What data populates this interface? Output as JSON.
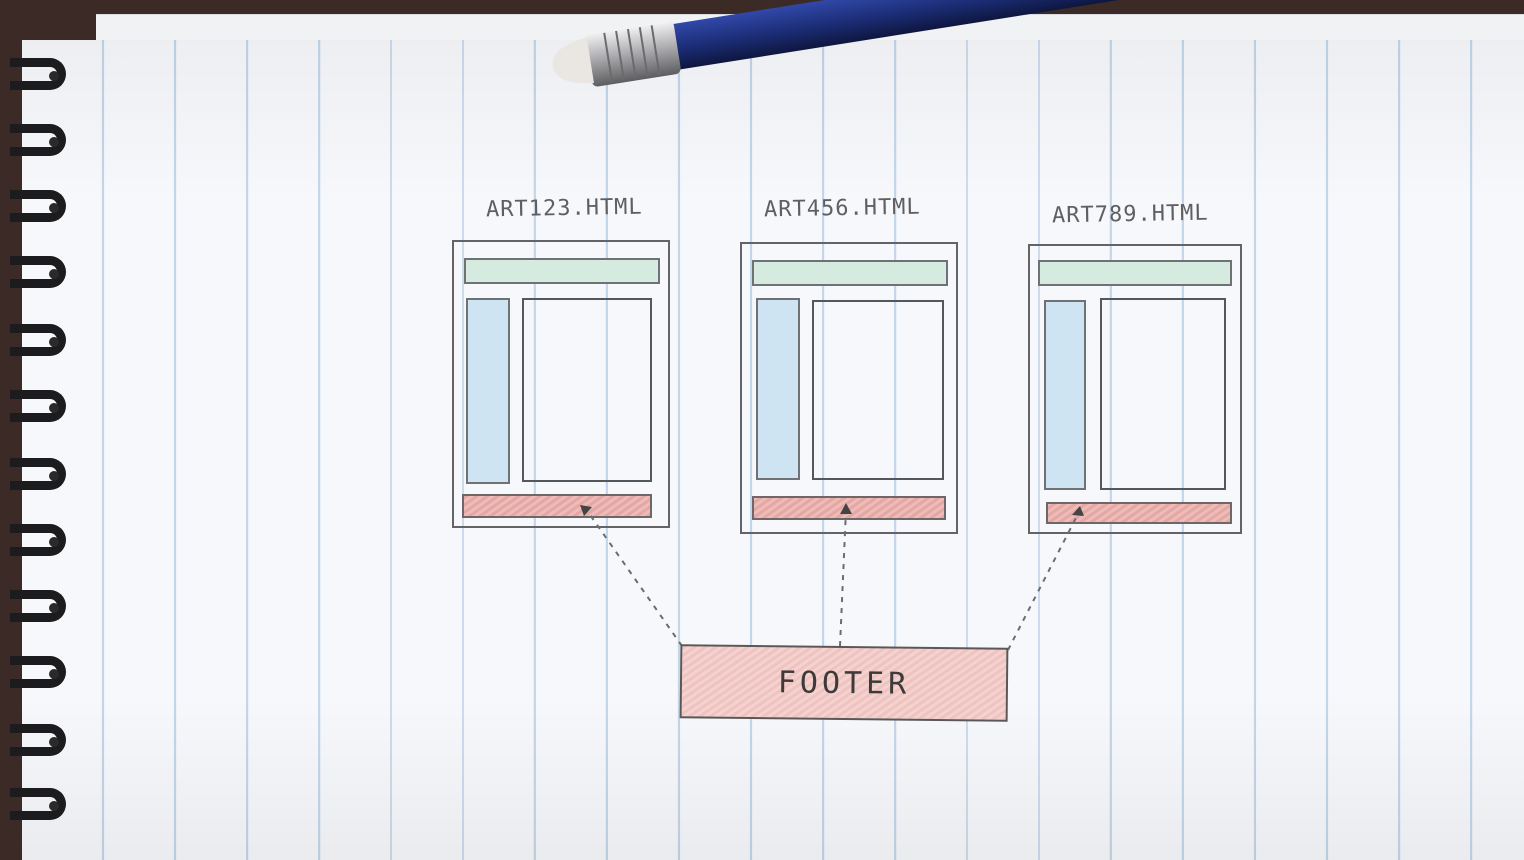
{
  "pages": [
    {
      "label": "ART123.HTML"
    },
    {
      "label": "ART456.HTML"
    },
    {
      "label": "ART789.HTML"
    }
  ],
  "shared": {
    "label": "FOOTER"
  },
  "colors": {
    "header_fill": "#d5ebe0",
    "sidebar_fill": "#cfe4f2",
    "footer_fill": "#e3a7a4",
    "pencil_body": "#1d2f7a",
    "ruled_line": "#96b9de",
    "paper": "#f7f8fb"
  },
  "icons": [
    "spiral-binding",
    "pencil"
  ]
}
